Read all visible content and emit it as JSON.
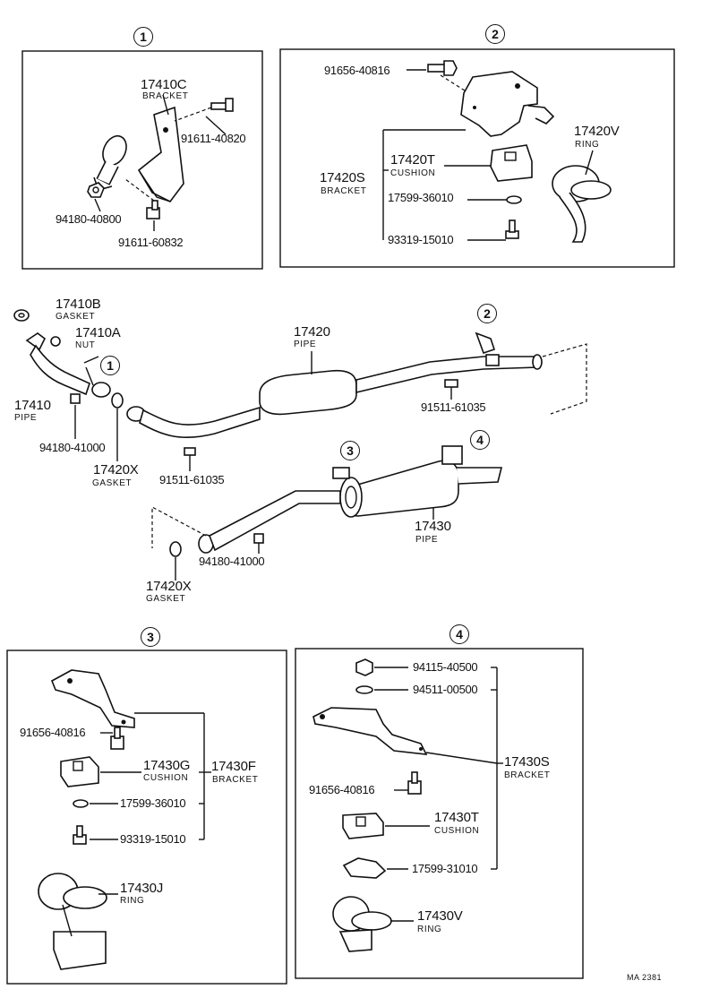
{
  "sections": {
    "s1": "1",
    "s2": "2",
    "s3": "3",
    "s4": "4"
  },
  "box1": {
    "bracket_pn": "17410C",
    "bracket_desc": "BRACKET",
    "bolt1": "91611-40820",
    "nut": "94180-40800",
    "bolt2": "91611-60832"
  },
  "box2": {
    "bolt": "91656-40816",
    "bracket_pn": "17420S",
    "bracket_desc": "BRACKET",
    "cushion_pn": "17420T",
    "cushion_desc": "CUSHION",
    "washer": "17599-36010",
    "screw": "93319-15010",
    "ring_pn": "17420V",
    "ring_desc": "RING"
  },
  "main": {
    "gasket_b_pn": "17410B",
    "gasket_b_desc": "GASKET",
    "nut_a_pn": "17410A",
    "nut_a_desc": "NUT",
    "pipe_front_pn": "17410",
    "pipe_front_desc": "PIPE",
    "nut_front": "94180-41000",
    "gasket_x_pn": "17420X",
    "gasket_x_desc": "GASKET",
    "pipe_center_pn": "17420",
    "pipe_center_desc": "PIPE",
    "bolt_right": "91511-61035",
    "bolt_mid": "91511-61035",
    "nut_rear": "94180-41000",
    "gasket_x2_pn": "17420X",
    "gasket_x2_desc": "GASKET",
    "pipe_tail_pn": "17430",
    "pipe_tail_desc": "PIPE",
    "callout1": "1",
    "callout2": "2",
    "callout3": "3",
    "callout4": "4"
  },
  "box3": {
    "bolt": "91656-40816",
    "cushion_pn": "17430G",
    "cushion_desc": "CUSHION",
    "bracket_pn": "17430F",
    "bracket_desc": "BRACKET",
    "washer": "17599-36010",
    "screw": "93319-15010",
    "ring_pn": "17430J",
    "ring_desc": "RING"
  },
  "box4": {
    "nut": "94115-40500",
    "washer": "94511-00500",
    "bolt": "91656-40816",
    "bracket_pn": "17430S",
    "bracket_desc": "BRACKET",
    "cushion_pn": "17430T",
    "cushion_desc": "CUSHION",
    "clip": "17599-31010",
    "ring_pn": "17430V",
    "ring_desc": "RING"
  },
  "footer": {
    "code": "MA 2381"
  }
}
